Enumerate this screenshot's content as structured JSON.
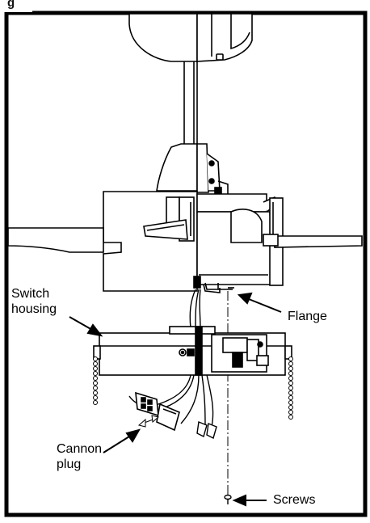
{
  "figure": {
    "label": "g",
    "callouts": {
      "switch_housing": [
        "Switch",
        "housing"
      ],
      "flange": "Flange",
      "cannon_plug": [
        "Cannon",
        "plug"
      ],
      "screws": "Screws"
    }
  },
  "colors": {
    "ink": "#000000",
    "panel": "#ffffff",
    "hatch": "#b8b8b8"
  }
}
